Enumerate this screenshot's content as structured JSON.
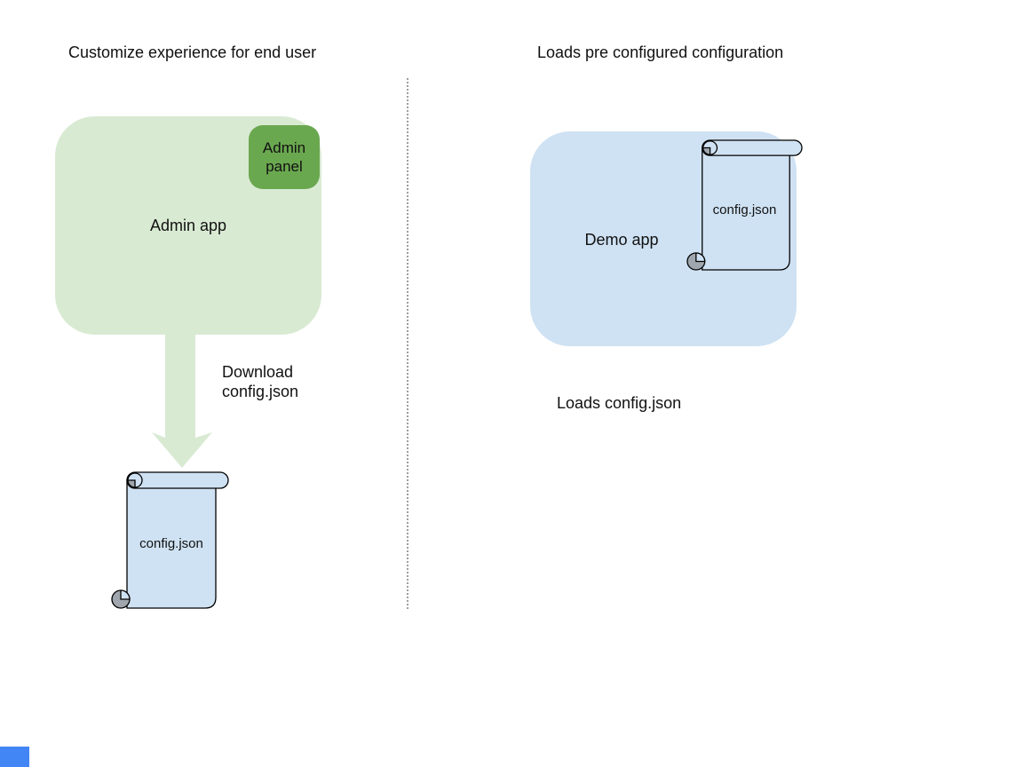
{
  "colors": {
    "light_green": "#d9ead3",
    "dark_green": "#6aa84f",
    "light_blue": "#cfe2f3",
    "curl_gray": "#9fa6ad",
    "divider_gray": "#9e9e9e",
    "text": "#111111",
    "corner_blue": "#4285f4"
  },
  "left": {
    "title": "Customize experience for end user",
    "admin_app_label": "Admin app",
    "admin_panel_label": "Admin\npanel",
    "arrow_label": "Download\nconfig.json",
    "config_label": "config.json"
  },
  "right": {
    "title": "Loads pre configured configuration",
    "demo_app_label": "Demo app",
    "config_label": "config.json",
    "caption": "Loads config.json"
  }
}
